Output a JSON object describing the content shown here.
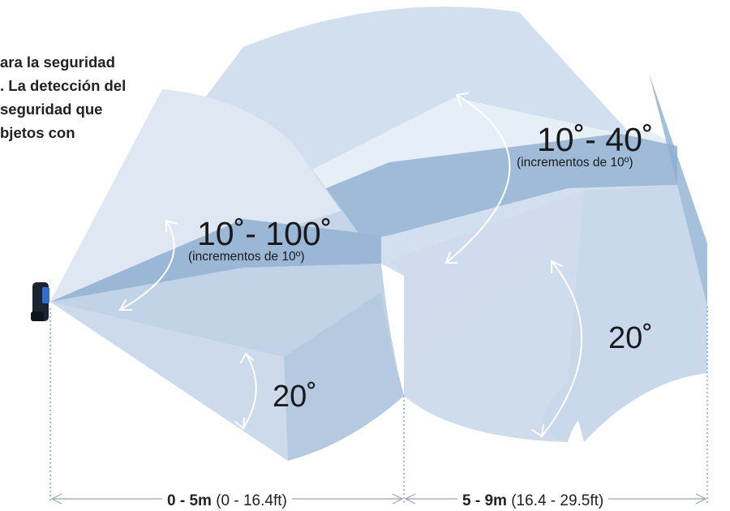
{
  "intro_lines": [
    "ara la seguridad",
    ". La detección del",
    "seguridad que",
    "bjetos con"
  ],
  "labels": {
    "near_horizontal_range": "10˚- 100˚",
    "near_horizontal_note": "(incrementos de 10º)",
    "far_horizontal_range": "10˚- 40˚",
    "far_horizontal_note": "(incrementos de 10º)",
    "near_vertical": "20˚",
    "far_vertical": "20˚"
  },
  "distances": {
    "near_bold": "0 - 5m",
    "near_rest": " (0 - 16.4ft)",
    "far_bold": "5 - 9m",
    "far_rest": " (16.4 - 29.5ft)"
  },
  "colors": {
    "zone_light": "#dbe6f1",
    "zone_mid": "#b7cce3",
    "zone_dark": "#8fb0d2",
    "arrow": "#ffffff",
    "sensor_body": "#1b2430",
    "sensor_accent": "#2f6fd0",
    "guide_line": "#5a8fd0"
  }
}
